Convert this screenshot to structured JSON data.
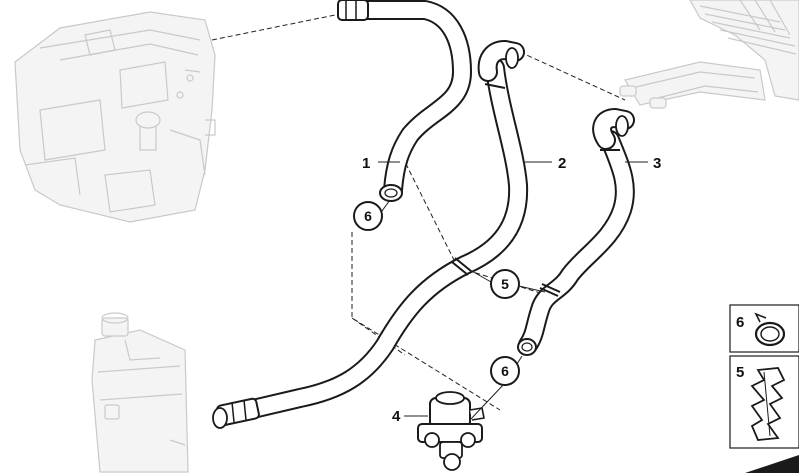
{
  "callouts": {
    "hose_1": "1",
    "hose_2": "2",
    "hose_3": "3",
    "valve_4": "4",
    "clamp_5": "5",
    "clamp_6_upper": "6",
    "clamp_6_lower": "6",
    "clamp_5_center": "5"
  },
  "legend": {
    "item_6": "6",
    "item_5": "5"
  }
}
